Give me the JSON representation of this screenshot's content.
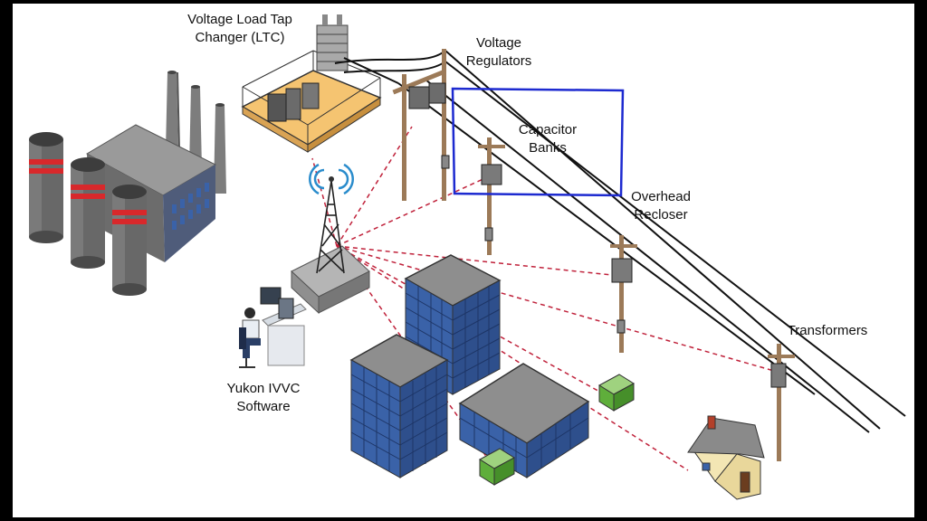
{
  "labels": {
    "ltc_line1": "Voltage Load Tap",
    "ltc_line2": "Changer (LTC)",
    "vr_line1": "Voltage",
    "vr_line2": "Regulators",
    "cap_line1": "Capacitor",
    "cap_line2": "Banks",
    "rec_line1": "Overhead",
    "rec_line2": "Recloser",
    "transformers": "Transformers",
    "yukon_line1": "Yukon IVVC",
    "yukon_line2": "Software"
  },
  "colors": {
    "background": "#ffffff",
    "frame": "#000000",
    "comm_link": "#c0223b",
    "highlight_box": "#1d2ad0",
    "building_blue": "#3a62a8",
    "roof_grey": "#8e8e8e",
    "stripe_red": "#d8282b",
    "substation_floor": "#f5c471",
    "equipment_green": "#5fae3b",
    "wireless_wave": "#2a8ccc"
  },
  "icons": [
    "power-plant-icon",
    "substation-icon",
    "radio-tower-icon",
    "operator-workstation-icon",
    "utility-pole-icon",
    "office-building-icon",
    "house-icon",
    "pad-mount-transformer-icon"
  ]
}
